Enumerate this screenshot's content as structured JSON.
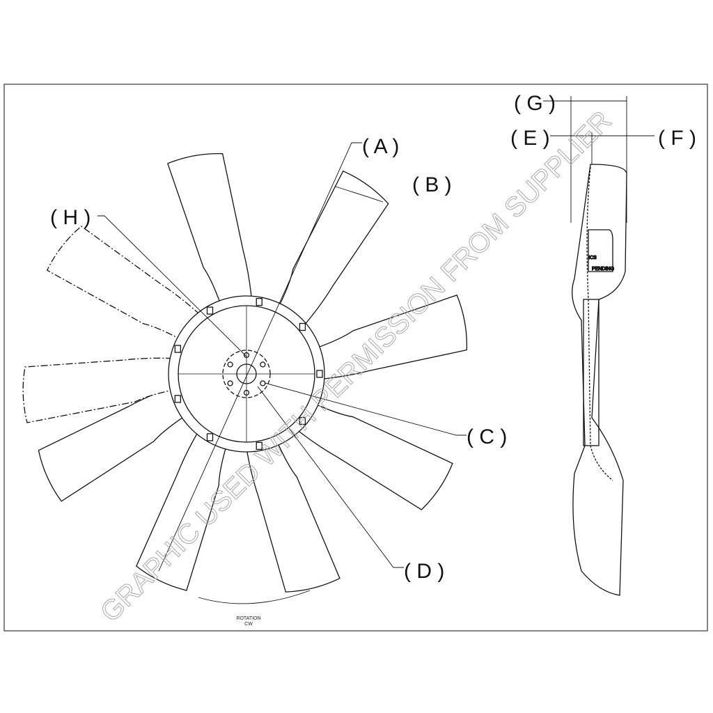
{
  "labels": {
    "A": "( A )",
    "B": "( B )",
    "C": "( C )",
    "D": "( D )",
    "E": "( E )",
    "F": "( F )",
    "G": "( G )",
    "H": "( H )"
  },
  "rotation": {
    "line1": "ROTATION",
    "line2": "CW"
  },
  "watermark": "GRAPHIC USED WITH PERMISSION FROM SUPPLIER",
  "side_view_marks": {
    "mark1": "ICS",
    "mark2": "PENDING"
  }
}
